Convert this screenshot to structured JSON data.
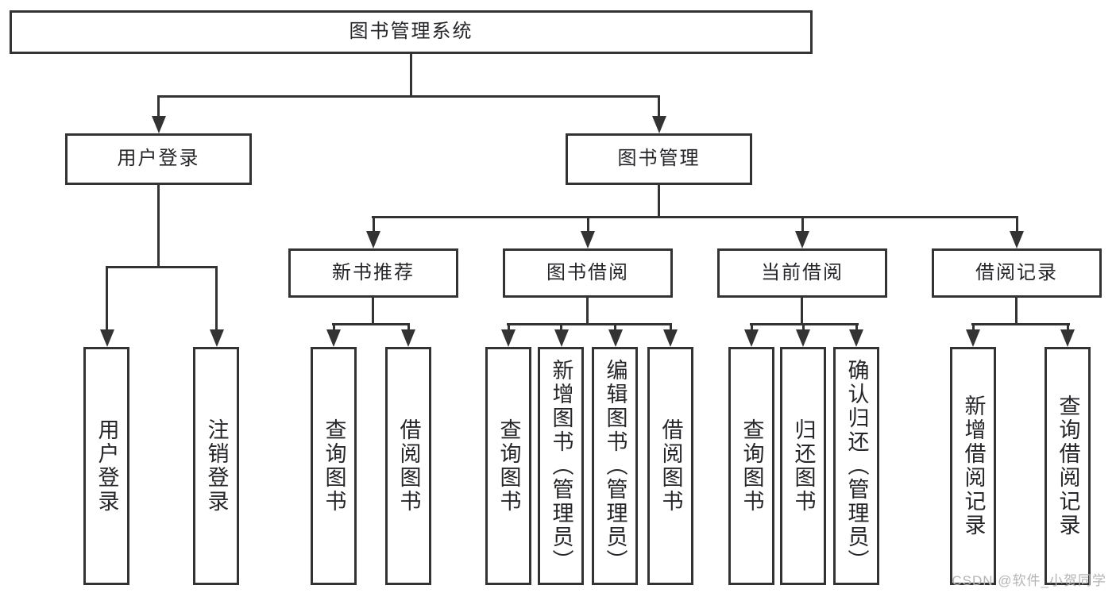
{
  "colors": {
    "line": "#333333",
    "text": "#26262a",
    "box_background": "#ffffff",
    "background": "#ffffff",
    "watermark": "#b4b4b4"
  },
  "root": {
    "label": "图书管理系统"
  },
  "level1": [
    {
      "label": "用户登录"
    },
    {
      "label": "图书管理"
    }
  ],
  "level2": [
    {
      "label": "新书推荐"
    },
    {
      "label": "图书借阅"
    },
    {
      "label": "当前借阅"
    },
    {
      "label": "借阅记录"
    }
  ],
  "leaves": {
    "user_login": [
      {
        "label": "用户登录"
      },
      {
        "label": "注销登录"
      }
    ],
    "new_books": [
      {
        "label": "查询图书"
      },
      {
        "label": "借阅图书"
      }
    ],
    "book_borrow": [
      {
        "label": "查询图书"
      },
      {
        "label": "新增图书（管理员）"
      },
      {
        "label": "编辑图书（管理员）"
      },
      {
        "label": "借阅图书"
      }
    ],
    "current_borrow": [
      {
        "label": "查询图书"
      },
      {
        "label": "归还图书"
      },
      {
        "label": "确认归还（管理员）"
      }
    ],
    "borrow_records": [
      {
        "label": "新增借阅记录"
      },
      {
        "label": "查询借阅记录"
      }
    ]
  },
  "watermark": {
    "text": "CSDN @软件_小贺同学"
  }
}
